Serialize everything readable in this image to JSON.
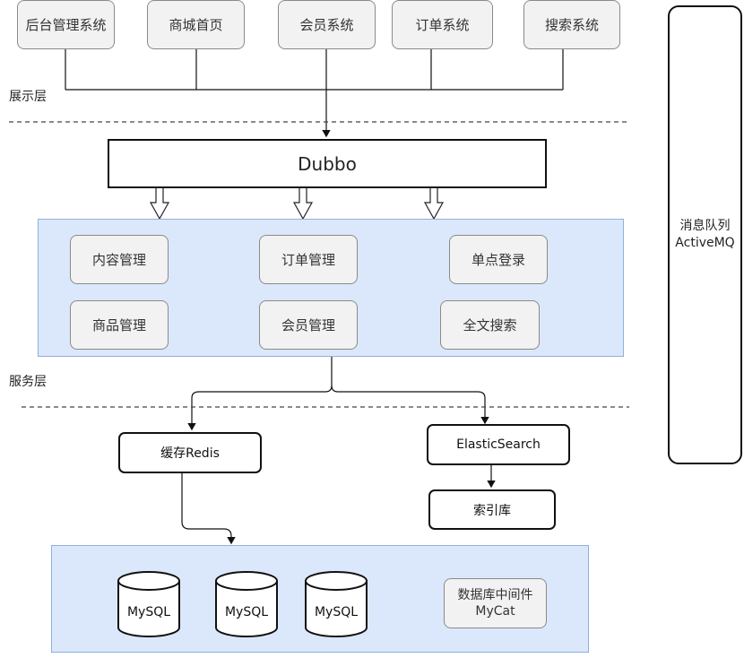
{
  "presentation": {
    "items": [
      "后台管理系统",
      "商城首页",
      "会员系统",
      "订单系统",
      "搜索系统"
    ],
    "label": "展示层"
  },
  "dubbo": {
    "label": "Dubbo"
  },
  "service": {
    "items": [
      "内容管理",
      "订单管理",
      "单点登录",
      "商品管理",
      "会员管理",
      "全文搜索"
    ],
    "label": "服务层"
  },
  "cache": {
    "label": "缓存Redis"
  },
  "search": {
    "engine": "ElasticSearch",
    "index": "索引库"
  },
  "database": {
    "mysql": [
      "MySQL",
      "MySQL",
      "MySQL"
    ],
    "middleware_line1": "数据库中间件",
    "middleware_line2": "MyCat"
  },
  "mq": {
    "line1": "消息队列",
    "line2": "ActiveMQ"
  },
  "colors": {
    "panel_fill": "#dbe8fb",
    "panel_border": "#8fb0dc",
    "box_fill": "#f2f2f2",
    "box_border": "#8a8a8a"
  }
}
